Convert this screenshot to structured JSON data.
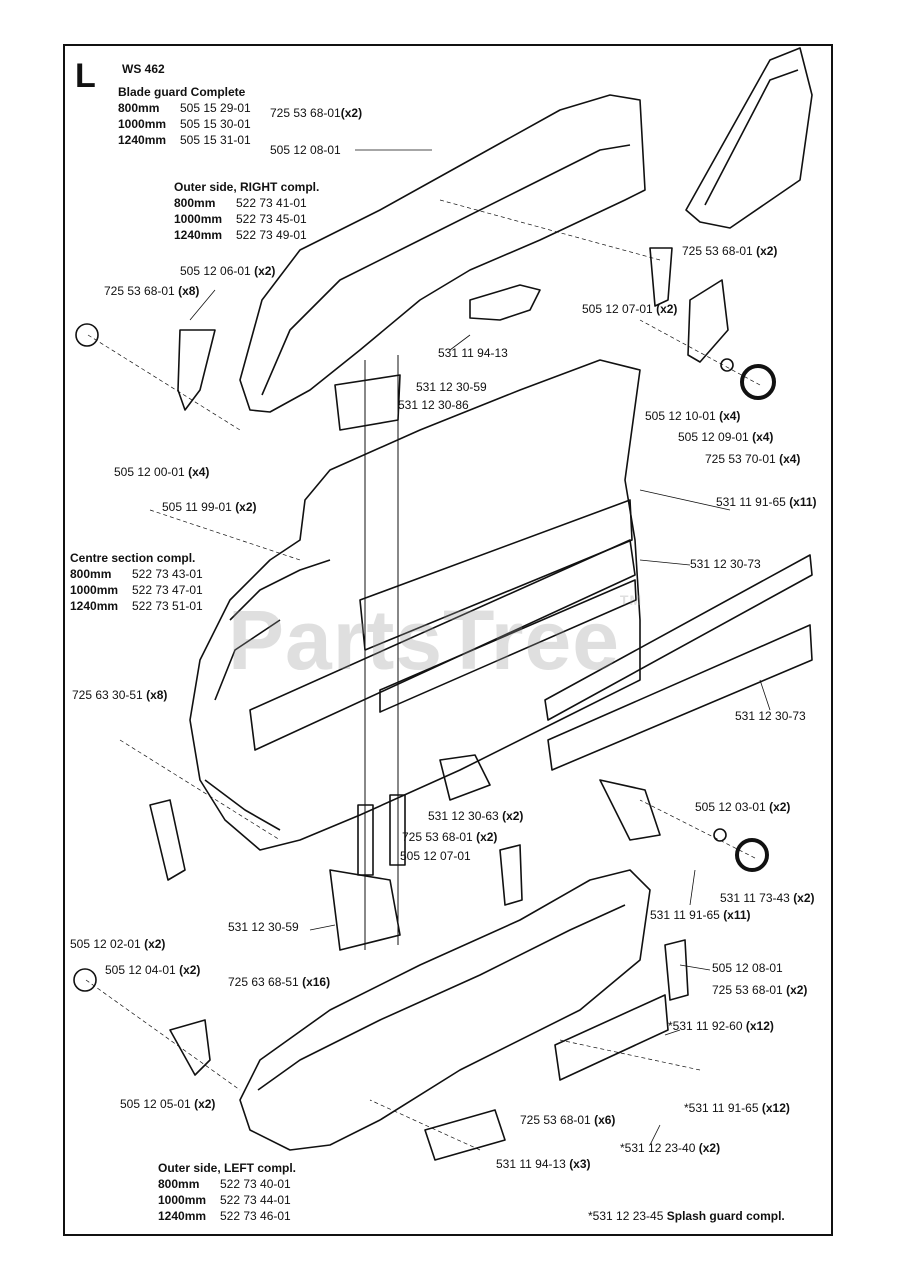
{
  "page": {
    "section_letter": "L",
    "model": "WS 462",
    "watermark": "PartsTree",
    "watermark_tm": "TM"
  },
  "groups": {
    "blade_guard": {
      "title": "Blade guard Complete",
      "rows": [
        {
          "size": "800mm",
          "part": "505 15 29-01"
        },
        {
          "size": "1000mm",
          "part": "505 15 30-01"
        },
        {
          "size": "1240mm",
          "part": "505 15 31-01"
        }
      ]
    },
    "outer_right": {
      "title": "Outer side, RIGHT compl.",
      "rows": [
        {
          "size": "800mm",
          "part": "522 73 41-01"
        },
        {
          "size": "1000mm",
          "part": "522 73 45-01"
        },
        {
          "size": "1240mm",
          "part": "522 73 49-01"
        }
      ]
    },
    "centre": {
      "title": "Centre section compl.",
      "rows": [
        {
          "size": "800mm",
          "part": "522 73 43-01"
        },
        {
          "size": "1000mm",
          "part": "522 73 47-01"
        },
        {
          "size": "1240mm",
          "part": "522 73 51-01"
        }
      ]
    },
    "outer_left": {
      "title": "Outer side, LEFT compl.",
      "rows": [
        {
          "size": "800mm",
          "part": "522 73 40-01"
        },
        {
          "size": "1000mm",
          "part": "522 73 44-01"
        },
        {
          "size": "1240mm",
          "part": "522 73 46-01"
        }
      ]
    }
  },
  "callouts": [
    {
      "part": "725 53 68-01",
      "qty": "(x2)"
    },
    {
      "part": "505 12 08-01",
      "qty": ""
    },
    {
      "part": "725 53 68-01",
      "qty": "(x2)"
    },
    {
      "part": "505 12 06-01",
      "qty": "(x2)"
    },
    {
      "part": "725 53 68-01",
      "qty": "(x8)"
    },
    {
      "part": "505 12 07-01",
      "qty": "(x2)"
    },
    {
      "part": "531 11 94-13",
      "qty": ""
    },
    {
      "part": "531 12 30-59",
      "qty": ""
    },
    {
      "part": "531 12 30-86",
      "qty": ""
    },
    {
      "part": "505 12 10-01",
      "qty": "(x4)"
    },
    {
      "part": "505 12 09-01",
      "qty": "(x4)"
    },
    {
      "part": "725 53 70-01",
      "qty": "(x4)"
    },
    {
      "part": "505 12 00-01",
      "qty": "(x4)"
    },
    {
      "part": "531 11 91-65",
      "qty": "(x11)"
    },
    {
      "part": "505 11 99-01",
      "qty": "(x2)"
    },
    {
      "part": "531 12 30-73",
      "qty": ""
    },
    {
      "part": "725 63 30-51",
      "qty": "(x8)"
    },
    {
      "part": "531 12 30-73",
      "qty": ""
    },
    {
      "part": "531 12 30-63",
      "qty": "(x2)"
    },
    {
      "part": "505 12 03-01",
      "qty": "(x2)"
    },
    {
      "part": "725 53 68-01",
      "qty": "(x2)"
    },
    {
      "part": "505 12 07-01",
      "qty": ""
    },
    {
      "part": "531 11 73-43",
      "qty": "(x2)"
    },
    {
      "part": "531 11 91-65",
      "qty": "(x11)"
    },
    {
      "part": "531 12 30-59",
      "qty": ""
    },
    {
      "part": "505 12 02-01",
      "qty": "(x2)"
    },
    {
      "part": "505 12 04-01",
      "qty": "(x2)"
    },
    {
      "part": "725 63 68-51",
      "qty": "(x16)"
    },
    {
      "part": "505 12 08-01",
      "qty": ""
    },
    {
      "part": "725 53 68-01",
      "qty": "(x2)"
    },
    {
      "part": "*531 11 92-60",
      "qty": "(x12)"
    },
    {
      "part": "505 12 05-01",
      "qty": "(x2)"
    },
    {
      "part": "*531 11 91-65",
      "qty": "(x12)"
    },
    {
      "part": "725 53 68-01",
      "qty": "(x6)"
    },
    {
      "part": "*531 12 23-40",
      "qty": "(x2)"
    },
    {
      "part": "531 11 94-13",
      "qty": "(x3)"
    }
  ],
  "footnote": {
    "part": "*531 12 23-45",
    "label": "Splash guard compl."
  }
}
